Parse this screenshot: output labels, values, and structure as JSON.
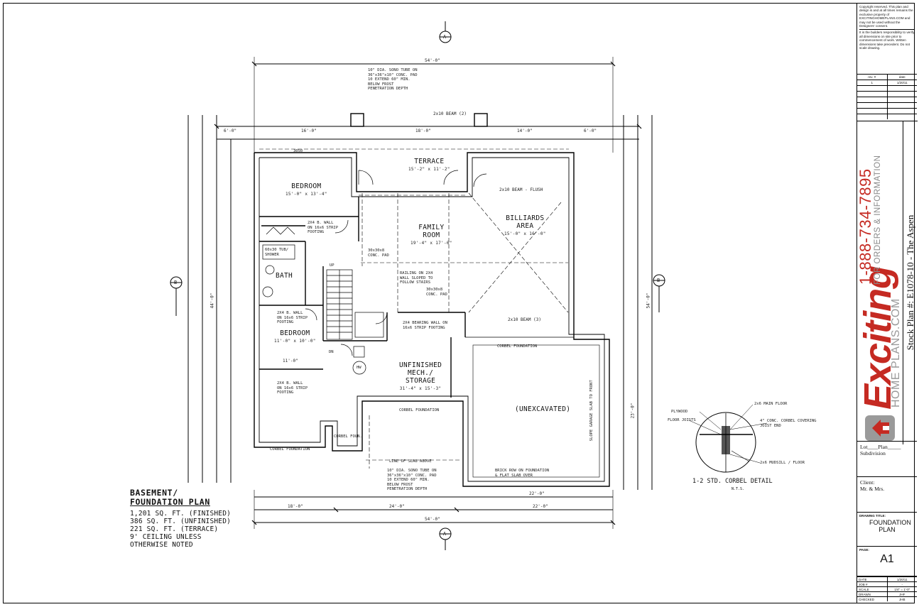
{
  "plan": {
    "title_line1": "BASEMENT/",
    "title_line2": "FOUNDATION PLAN",
    "notes": [
      "1,201 SQ. FT. (FINISHED)",
      "386 SQ. FT. (UNFINISHED)",
      "221 SQ. FT. (TERRACE)",
      "9' CEILING UNLESS",
      "OTHERWISE NOTED"
    ],
    "rooms": {
      "bedroom1": "BEDROOM",
      "bedroom1_size": "15'-0\" x 13'-4\"",
      "terrace": "TERRACE",
      "terrace_size": "15'-2\" x 11'-2\"",
      "billiards": "BILLIARDS",
      "billiards2": "AREA",
      "billiards_size": "15'-0\" x 16'-0\"",
      "family": "FAMILY",
      "family2": "ROOM",
      "family_size": "19'-4\" x 17'-6\"",
      "bath": "BATH",
      "bedroom2": "BEDROOM",
      "bedroom2_size": "11'-0\" x 10'-0\"",
      "unfinished": "UNFINISHED",
      "unfinished2": "MECH./",
      "unfinished3": "STORAGE",
      "unfinished_size": "31'-4\" x 15'-3\"",
      "unexcavated": "(UNEXCAVATED)"
    },
    "dims": {
      "overall_top": "54'-0\"",
      "overall_bottom": "54'-0\"",
      "overall_left": "44'-0\"",
      "overall_right": "54'-0\"",
      "top_left": "16'-0\"",
      "top_mid": "18'-0\"",
      "top_right": "14'-0\"",
      "top_ext_left": "6'-0\"",
      "top_ext_right": "6'-0\"",
      "bottom_left": "18'-0\"",
      "bottom_mid": "24'-0\"",
      "bottom_right": "22'-0\"",
      "garage_width": "22'-0\"",
      "garage_depth": "23'-0\"",
      "gauge": "11'-0\"",
      "beam_top": "2x10 BEAM (2)",
      "beam_mid": "2x10 BEAM (3)",
      "beam_flush": "2x10 BEAM - FLUSH"
    },
    "annotations": {
      "tube_top": [
        "10\" DIA. SONO TUBE ON",
        "36\"x36\"x10\" CONC. PAD",
        "10 EXTEND 60\" MIN.",
        "BELOW FROST",
        "PENETRATION DEPTH"
      ],
      "tube_bottom": [
        "10\" DIA. SONO TUBE ON",
        "36\"x36\"x10\" CONC. PAD",
        "10 EXTEND 60\" MIN.",
        "BELOW FROST",
        "PENETRATION DEPTH"
      ],
      "wall1": [
        "2X4 B. WALL",
        "ON 16x6 STRIP",
        "FOOTING"
      ],
      "wall2": [
        "2X4 B. WALL",
        "ON 16x6 STRIP",
        "FOOTING"
      ],
      "wall3": [
        "2X4 B. WALL",
        "ON 16x6 STRIP",
        "FOOTING"
      ],
      "bearing": "2X4 BEARING WALL ON 16x6 STRIP FOOTING",
      "railing": [
        "RAILING ON 2X4",
        "WALL SLOPED TO",
        "FOLLOW STAIRS"
      ],
      "pad1": [
        "30x30x8",
        "CONC. PAD"
      ],
      "pad2": [
        "30x30x8",
        "CONC. PAD"
      ],
      "tub": [
        "60x30 TUB/",
        "SHOWER"
      ],
      "corbel1": "CORBEL FOUNDATION",
      "corbel2": "CORBEL FOUNDATION",
      "corbel3": "CORBEL FOUNDATION",
      "corbel4": "CORBEL FOUN.",
      "slab_line": "LINE OF SLAB ABOVE",
      "brick": [
        "BRICK ROW ON FOUNDATION",
        "& FLAT SLAB OVER"
      ],
      "slope1": "SLOPE GARAGE SLAB TO FRONT",
      "up": "UP",
      "dn": "DN",
      "hwt": "HW",
      "window": "3050"
    },
    "section_markers": [
      "A",
      "A",
      "B",
      "B"
    ]
  },
  "corbel_detail": {
    "caption": "1-2  STD. CORBEL DETAIL",
    "scale": "N.T.S.",
    "labels": [
      "PLYWOOD",
      "FLOOR JOISTS",
      "2x6 MAIN FLOOR",
      "4\" CONC. CORBEL COVERING JOIST END",
      "2x6 MUDSILL / FLOOR"
    ]
  },
  "title_block": {
    "copyright": "Copyright reserved. This plan and design is and at all times remains the exclusive property of EXCITINGHOMEPLANS.COM and may not be used without the Designers' consent.",
    "builder_note": "It is the builders responsibility to verify all dimensions on site prior to commencement of work. Written dimensions take precedent. Do not scale drawing.",
    "rev_header": [
      "rev. #",
      "date"
    ],
    "rev_rows": [
      [
        "1",
        "1/20/11"
      ]
    ],
    "brand_name": "Exciting",
    "brand_sub": "HOME PLANS.COM",
    "phone": "1-888-734-7895",
    "orders": "FOR ORDERS & INFORMATION",
    "stock_plan": "Stock Plan #: E1078-10 - The Aspen",
    "lot": "Lot____Plan_____",
    "subdivision": "Subdivision",
    "client_label": "Client:",
    "client_value": "Mr. & Mrs.",
    "drawing_title_label": "DRAWING TITLE:",
    "drawing_title": "FOUNDATION PLAN",
    "page_label": "PAGE:",
    "page": "A1",
    "info": [
      [
        "DATE",
        "1/20/11"
      ],
      [
        "JOB #",
        "-"
      ],
      [
        "SCALE",
        "1/4\" = 1'-0\""
      ],
      [
        "DRAWN",
        "JHF"
      ],
      [
        "CHECKED",
        "JHB"
      ]
    ],
    "colors": {
      "brand_red": "#c52a22",
      "brand_grey": "#9a9a9a"
    }
  }
}
